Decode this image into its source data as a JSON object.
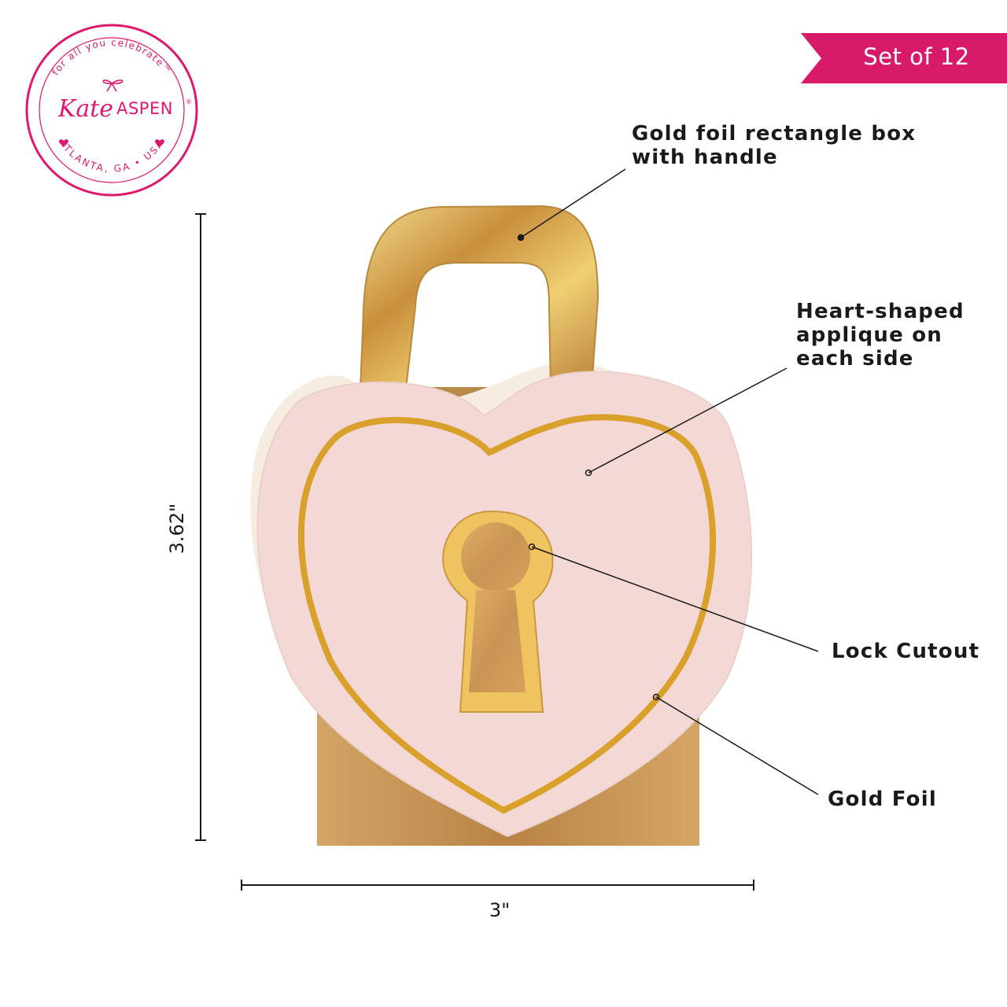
{
  "logo": {
    "brand": "KateASPEN",
    "brand_script": "Kate",
    "brand_caps": "ASPEN",
    "trademark": "®",
    "tagline": "for all you celebrate™",
    "location": "ATLANTA, GA • USA",
    "color": "#e0176e"
  },
  "banner": {
    "text": "Set of 12",
    "color": "#d81a6b"
  },
  "callouts": {
    "handle": "Gold foil rectangle box with handle",
    "applique": "Heart-shaped applique on each side",
    "lock": "Lock Cutout",
    "foil": "Gold Foil"
  },
  "dimensions": {
    "height": "3.62\"",
    "width": "3\""
  },
  "colors": {
    "gold": "#c9973e",
    "pink": "#f3d3d3",
    "accent": "#d81a6b"
  }
}
